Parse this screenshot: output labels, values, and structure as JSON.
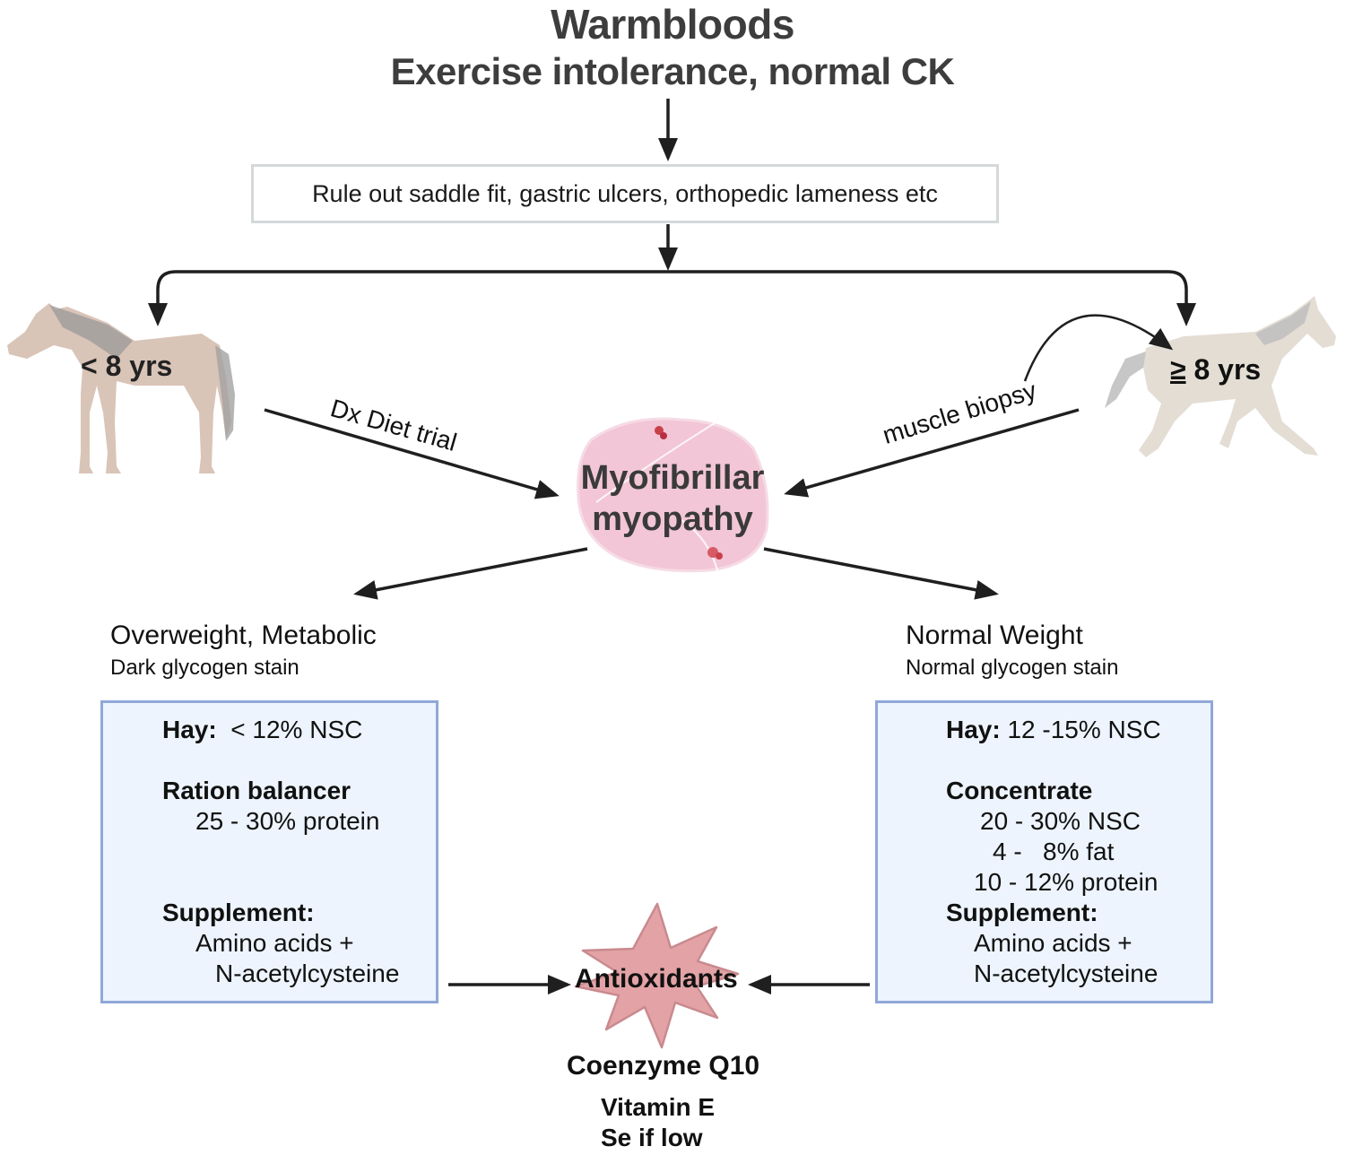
{
  "title": {
    "line1": "Warmbloods",
    "line2": "Exercise intolerance, normal CK"
  },
  "rule_out": "Rule out saddle fit, gastric ulcers, orthopedic lameness etc",
  "branches": {
    "young": {
      "age_prefix": "<",
      "age_label": "8 yrs",
      "icon": "standing-horse-icon",
      "path_label": "Dx Diet trial"
    },
    "old": {
      "age_prefix": "≥",
      "age_label": "8 yrs",
      "icon": "trotting-horse-icon",
      "path_label": "muscle biopsy"
    }
  },
  "diagnosis": {
    "line1": "Myofibrillar",
    "line2": "myopathy",
    "icon": "muscle-tissue-icon"
  },
  "left_category": {
    "title": "Overweight, Metabolic",
    "subtitle": "Dark glycogen stain",
    "diet": {
      "hay_label": "Hay:",
      "hay_value": "< 12% NSC",
      "ration_label": "Ration balancer",
      "ration_values": [
        "25 - 30% protein"
      ],
      "supplement_label": "Supplement:",
      "supplement_values": [
        "Amino acids +",
        "N-acetylcysteine"
      ]
    }
  },
  "right_category": {
    "title": "Normal Weight",
    "subtitle": "Normal glycogen stain",
    "diet": {
      "hay_label": "Hay:",
      "hay_value": "12 -15% NSC",
      "concentrate_label": "Concentrate",
      "concentrate_values": [
        "20 - 30% NSC",
        "4 -   8% fat",
        "10 - 12% protein"
      ],
      "supplement_label": "Supplement:",
      "supplement_values": [
        "Amino acids +",
        "N-acetylcysteine"
      ]
    }
  },
  "antioxidants": {
    "label": "Antioxidants",
    "icon": "starburst-icon",
    "items": [
      "Coenzyme Q10",
      "Vitamin E",
      "Se if low"
    ]
  },
  "colors": {
    "arrow": "#1f1f1f",
    "rule_box_border": "#d5d8da",
    "diet_box_fill": "#edf4fd",
    "diet_box_border": "#90a8d8",
    "starburst_fill": "#e3a3a6",
    "starburst_stroke": "#c98a8e",
    "muscle_fill": "#f2c6d6",
    "young_horse": "#d9c4b8",
    "old_horse": "#e3ddd4"
  }
}
